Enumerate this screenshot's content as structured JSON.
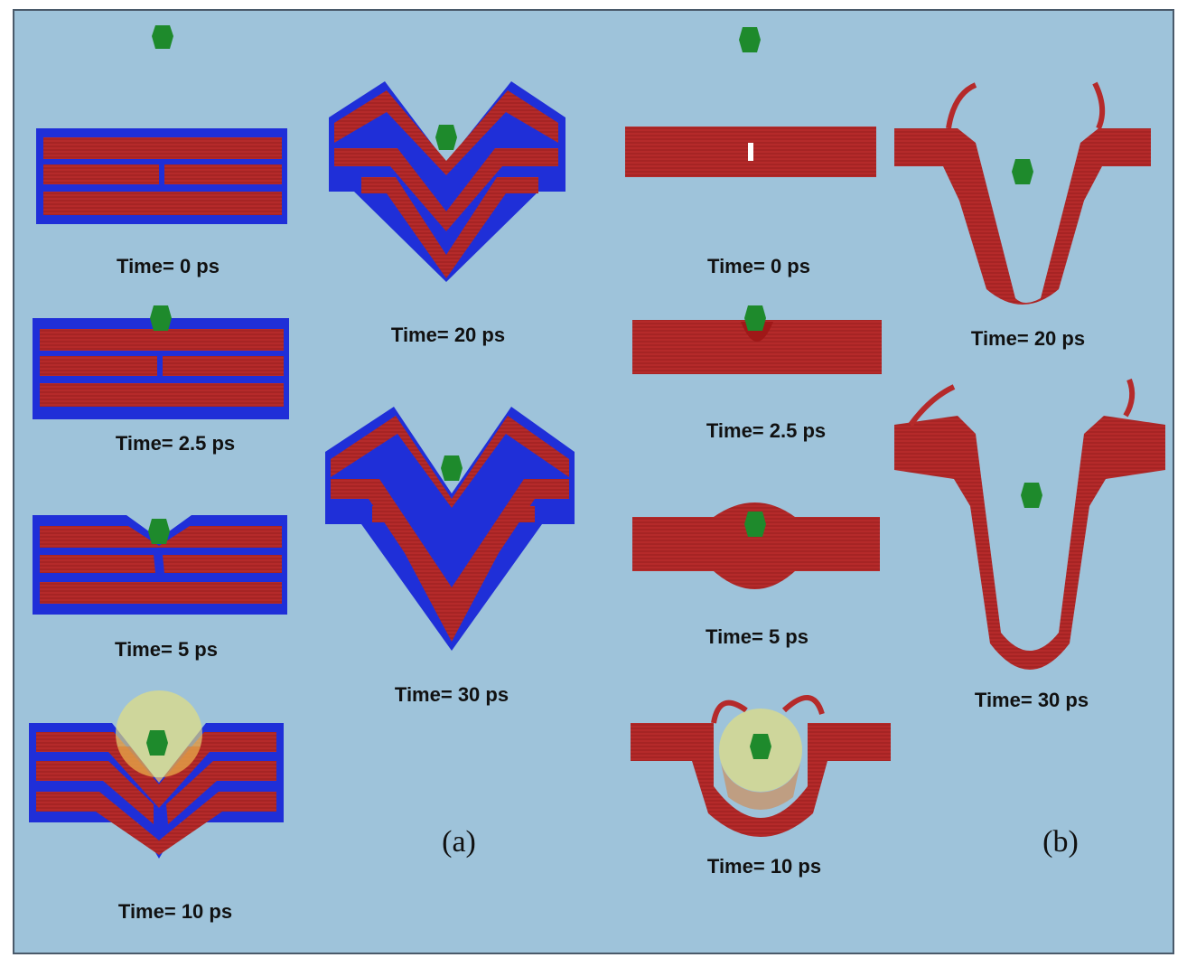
{
  "figure": {
    "panel_a": {
      "label": "(a)",
      "frames": [
        {
          "time_label": "Time= 0 ps"
        },
        {
          "time_label": "Time= 2.5 ps"
        },
        {
          "time_label": "Time= 5 ps"
        },
        {
          "time_label": "Time= 10 ps"
        },
        {
          "time_label": "Time= 20 ps"
        },
        {
          "time_label": "Time= 30 ps"
        }
      ]
    },
    "panel_b": {
      "label": "(b)",
      "frames": [
        {
          "time_label": "Time= 0 ps"
        },
        {
          "time_label": "Time= 2.5 ps"
        },
        {
          "time_label": "Time= 5 ps"
        },
        {
          "time_label": "Time= 10 ps"
        },
        {
          "time_label": "Time= 20 ps"
        },
        {
          "time_label": "Time= 30 ps"
        }
      ]
    },
    "colors": {
      "background": "#9ec3da",
      "sheet_red": "#b52a2a",
      "matrix_blue": "#1f2fd8",
      "projectile_green": "#1e8a2c",
      "highlight_yellow": "#e8e07a",
      "highlight_orange": "#e07a2a"
    }
  }
}
